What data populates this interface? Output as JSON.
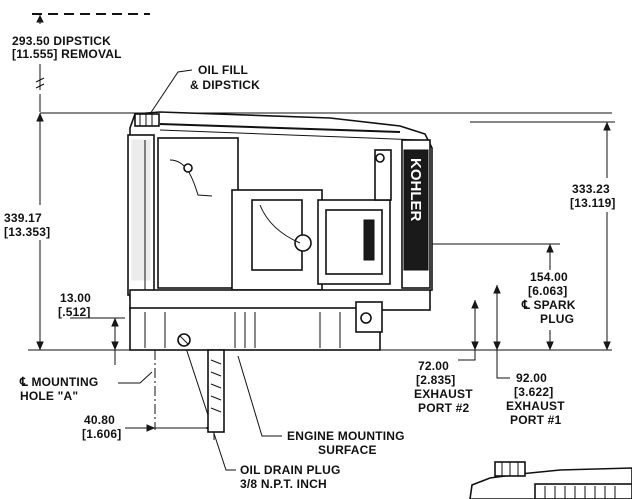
{
  "labels": {
    "dipstick_removal": {
      "line1": "293.50  DIPSTICK",
      "line2": "[11.555]  REMOVAL"
    },
    "oil_fill": {
      "line1": "OIL FILL",
      "line2": "& DIPSTICK"
    },
    "overall_height": {
      "line1": "333.23",
      "line2": "[13.119]"
    },
    "height_339": {
      "line1": "339.17",
      "line2": "[13.353]"
    },
    "spark_plug": {
      "line1": "154.00",
      "line2": "[6.063]",
      "line3": "℄ SPARK",
      "line4": "PLUG"
    },
    "dim_13": {
      "line1": "13.00",
      "line2": "[.512]"
    },
    "exhaust2": {
      "line1": "72.00",
      "line2": "[2.835]",
      "line3": "EXHAUST",
      "line4": "PORT #2"
    },
    "exhaust1": {
      "line1": "92.00",
      "line2": "[3.622]",
      "line3": "EXHAUST",
      "line4": "PORT #1"
    },
    "mounting_hole": {
      "line1": "℄ MOUNTING",
      "line2": "HOLE \"A\""
    },
    "dim_40": {
      "line1": "40.80",
      "line2": "[1.606]"
    },
    "engine_mounting": {
      "line1": "ENGINE MOUNTING",
      "line2": "SURFACE"
    },
    "oil_drain": {
      "line1": "OIL DRAIN PLUG",
      "line2": "3/8 N.P.T. INCH"
    },
    "brand": "KOHLER"
  },
  "colors": {
    "ink": "#111111",
    "paper": "#ffffff"
  }
}
